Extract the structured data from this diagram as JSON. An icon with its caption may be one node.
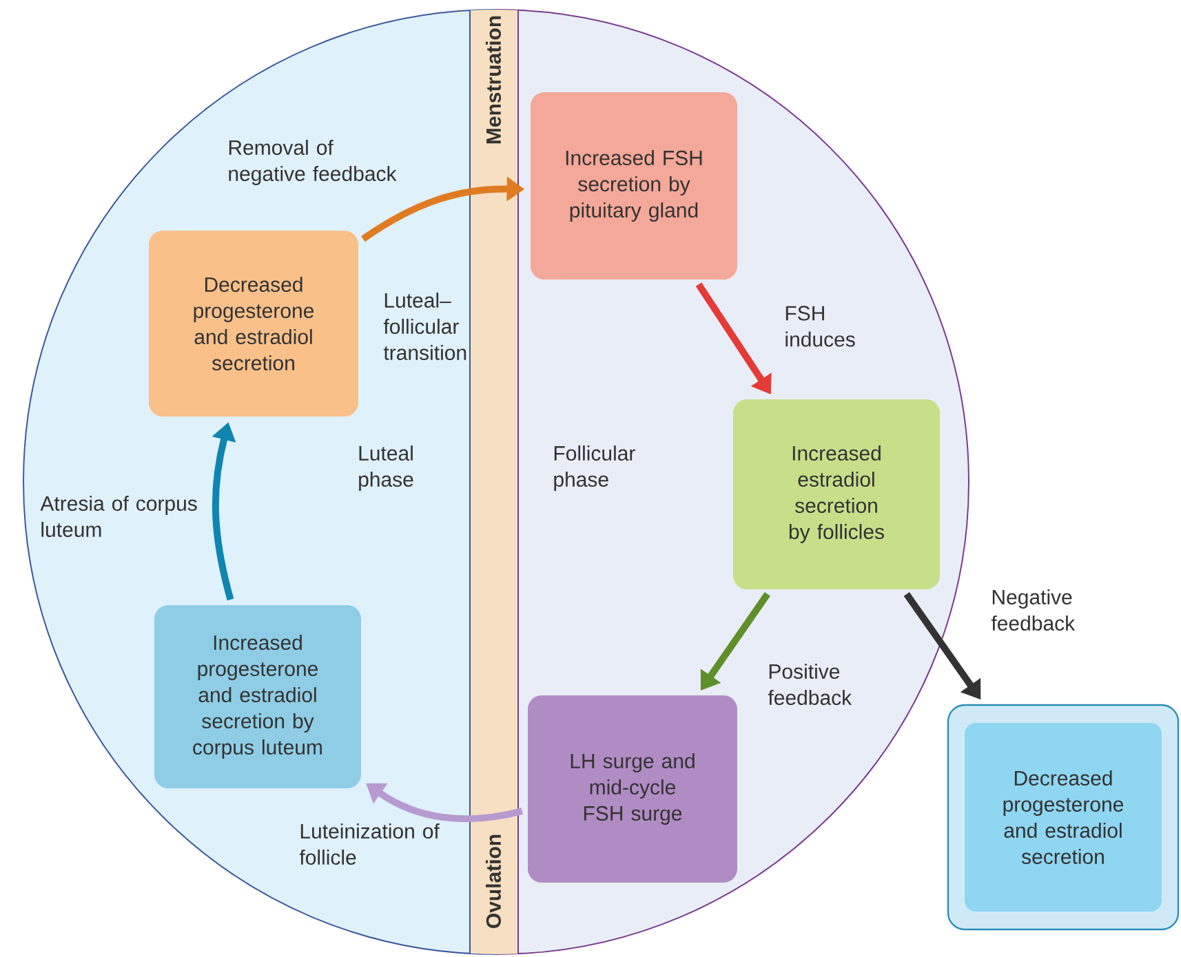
{
  "diagram": {
    "nodes": [
      {
        "text": [
          "Increased FSH secretion by pituitary gland"
        ]
      },
      {
        "text": [
          "Increased estradiol secretion by follicles"
        ]
      },
      {
        "text": [
          "LH surge and mid-cycle FSH surge"
        ]
      },
      {
        "text": [
          "Increased progesterone and estradiol secretion by corpus luteum"
        ]
      },
      {
        "text": [
          "Decreased progesterone and estradiol secretion"
        ]
      },
      {
        "text": [
          "Decreased progesterone and estradiol secretion"
        ]
      }
    ],
    "edges": [
      {
        "from": 0,
        "to": 1,
        "arrow": "to",
        "label": "FSH induces",
        "color": "#e53a35"
      },
      {
        "from": 1,
        "to": 2,
        "arrow": "to",
        "label": "Positive feedback",
        "color": "#5e8f2a"
      },
      {
        "from": 1,
        "to": 5,
        "arrow": "to",
        "label": "Negative feedback",
        "color": "#333333"
      },
      {
        "from": 2,
        "to": 3,
        "arrow": "to",
        "label": "Luteinization of follicle",
        "color": "#b79ad0"
      },
      {
        "from": 3,
        "to": 4,
        "arrow": "to",
        "label": "Atresia of corpus luteum",
        "color": "#0f86b0"
      },
      {
        "from": 4,
        "to": 0,
        "arrow": "to",
        "label": "Removal of negative feedback",
        "color": "#e07b22"
      }
    ],
    "labels": [
      "Menstruation",
      "Luteal–follicular transition",
      "Luteal phase",
      "Follicular phase",
      "Ovulation"
    ]
  }
}
